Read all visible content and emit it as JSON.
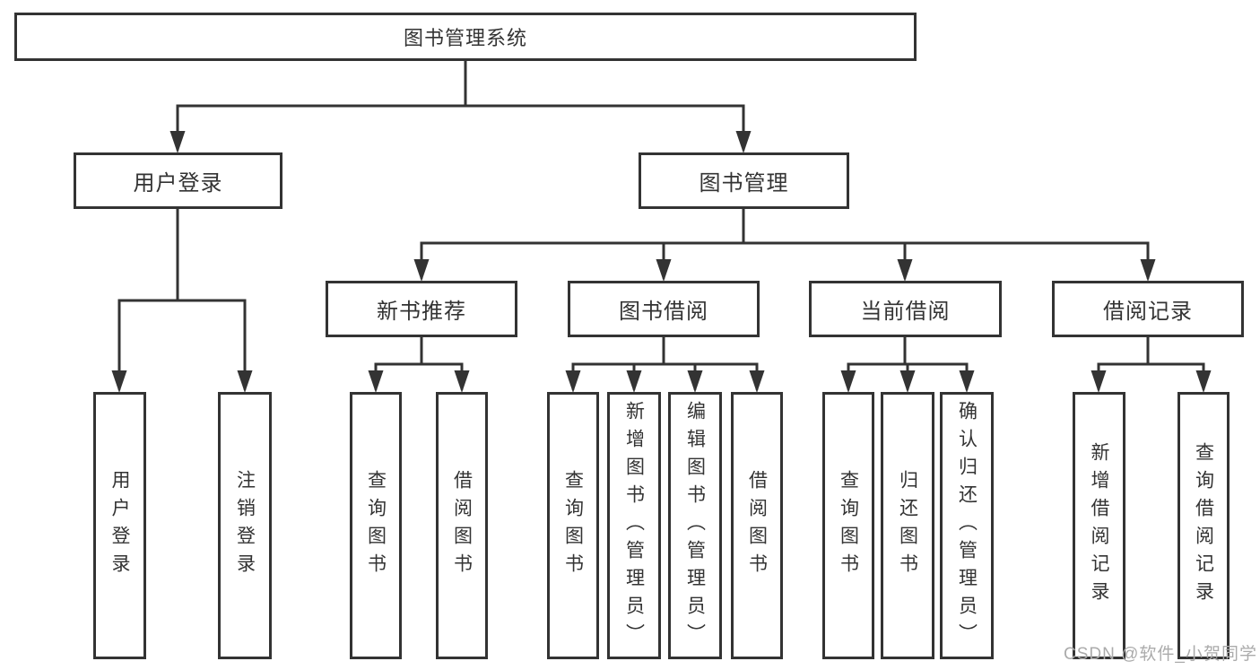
{
  "tree": {
    "label": "图书管理系统",
    "children": [
      {
        "label": "用户登录",
        "children": [
          {
            "label": "用户登录"
          },
          {
            "label": "注销登录"
          }
        ]
      },
      {
        "label": "图书管理",
        "children": [
          {
            "label": "新书推荐",
            "children": [
              {
                "label": "查询图书"
              },
              {
                "label": "借阅图书"
              }
            ]
          },
          {
            "label": "图书借阅",
            "children": [
              {
                "label": "查询图书"
              },
              {
                "label": "新增图书（管理员）"
              },
              {
                "label": "编辑图书（管理员）"
              },
              {
                "label": "借阅图书"
              }
            ]
          },
          {
            "label": "当前借阅",
            "children": [
              {
                "label": "查询图书"
              },
              {
                "label": "归还图书"
              },
              {
                "label": "确认归还（管理员）"
              }
            ]
          },
          {
            "label": "借阅记录",
            "children": [
              {
                "label": "新增借阅记录"
              },
              {
                "label": "查询借阅记录"
              }
            ]
          }
        ]
      }
    ]
  },
  "watermark": {
    "text": "CSDN @软件_小贺同学"
  },
  "colors": {
    "line": "#333333",
    "text": "#333333",
    "box_background": "#ffffff",
    "watermark": "#ababab",
    "page_background": "#ffffff"
  }
}
